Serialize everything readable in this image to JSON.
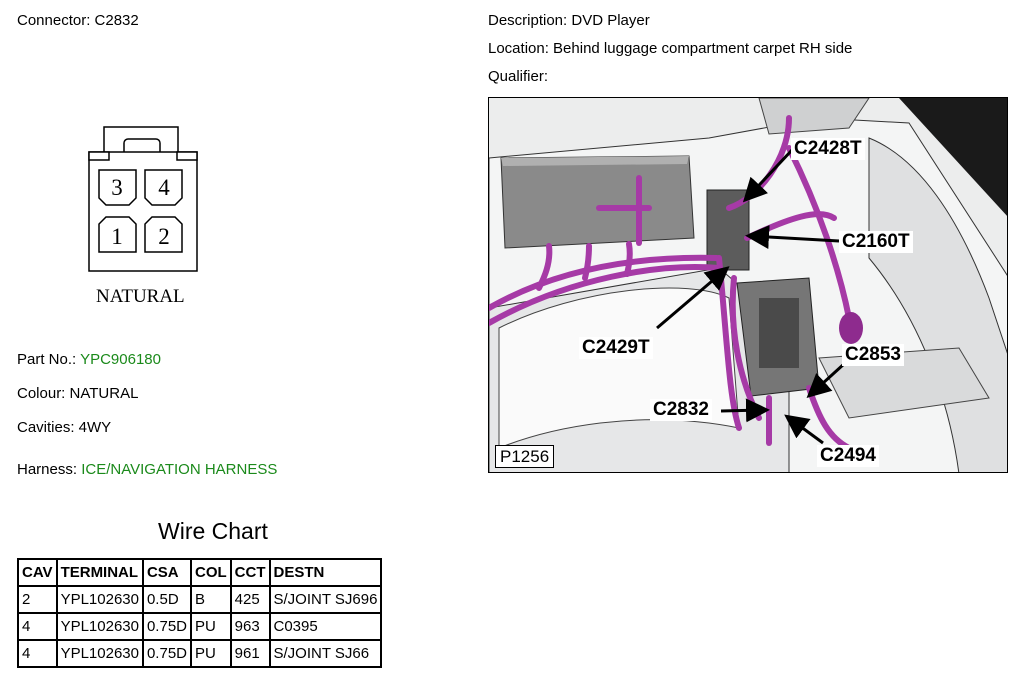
{
  "header": {
    "connector_label": "Connector: C2832",
    "description_label": "Description: DVD Player",
    "location_label": "Location: Behind luggage compartment carpet RH side",
    "qualifier_label": "Qualifier:"
  },
  "connector_diagram": {
    "cavity_numbers": [
      "3",
      "4",
      "1",
      "2"
    ],
    "caption": "NATURAL"
  },
  "details": {
    "part_no_label": "Part No.:",
    "part_no_value": "YPC906180",
    "colour_label": "Colour: NATURAL",
    "cavities_label": "Cavities: 4WY",
    "harness_label": "Harness:",
    "harness_value": "ICE/NAVIGATION HARNESS"
  },
  "wire_chart": {
    "title": "Wire Chart",
    "headers": [
      "CAV",
      "TERMINAL",
      "CSA",
      "COL",
      "CCT",
      "DESTN"
    ],
    "rows": [
      [
        "2",
        "YPL102630",
        "0.5D",
        "B",
        "425",
        "S/JOINT SJ696"
      ],
      [
        "4",
        "YPL102630",
        "0.75D",
        "PU",
        "963",
        "C0395"
      ],
      [
        "4",
        "YPL102630",
        "0.75D",
        "PU",
        "961",
        "S/JOINT SJ66"
      ]
    ]
  },
  "photo": {
    "reference": "P1256",
    "callouts": [
      "C2428T",
      "C2160T",
      "C2429T",
      "C2853",
      "C2832",
      "C2494"
    ]
  },
  "colors": {
    "link_green": "#1b8a1b",
    "harness_purple": "#a63aa6"
  }
}
